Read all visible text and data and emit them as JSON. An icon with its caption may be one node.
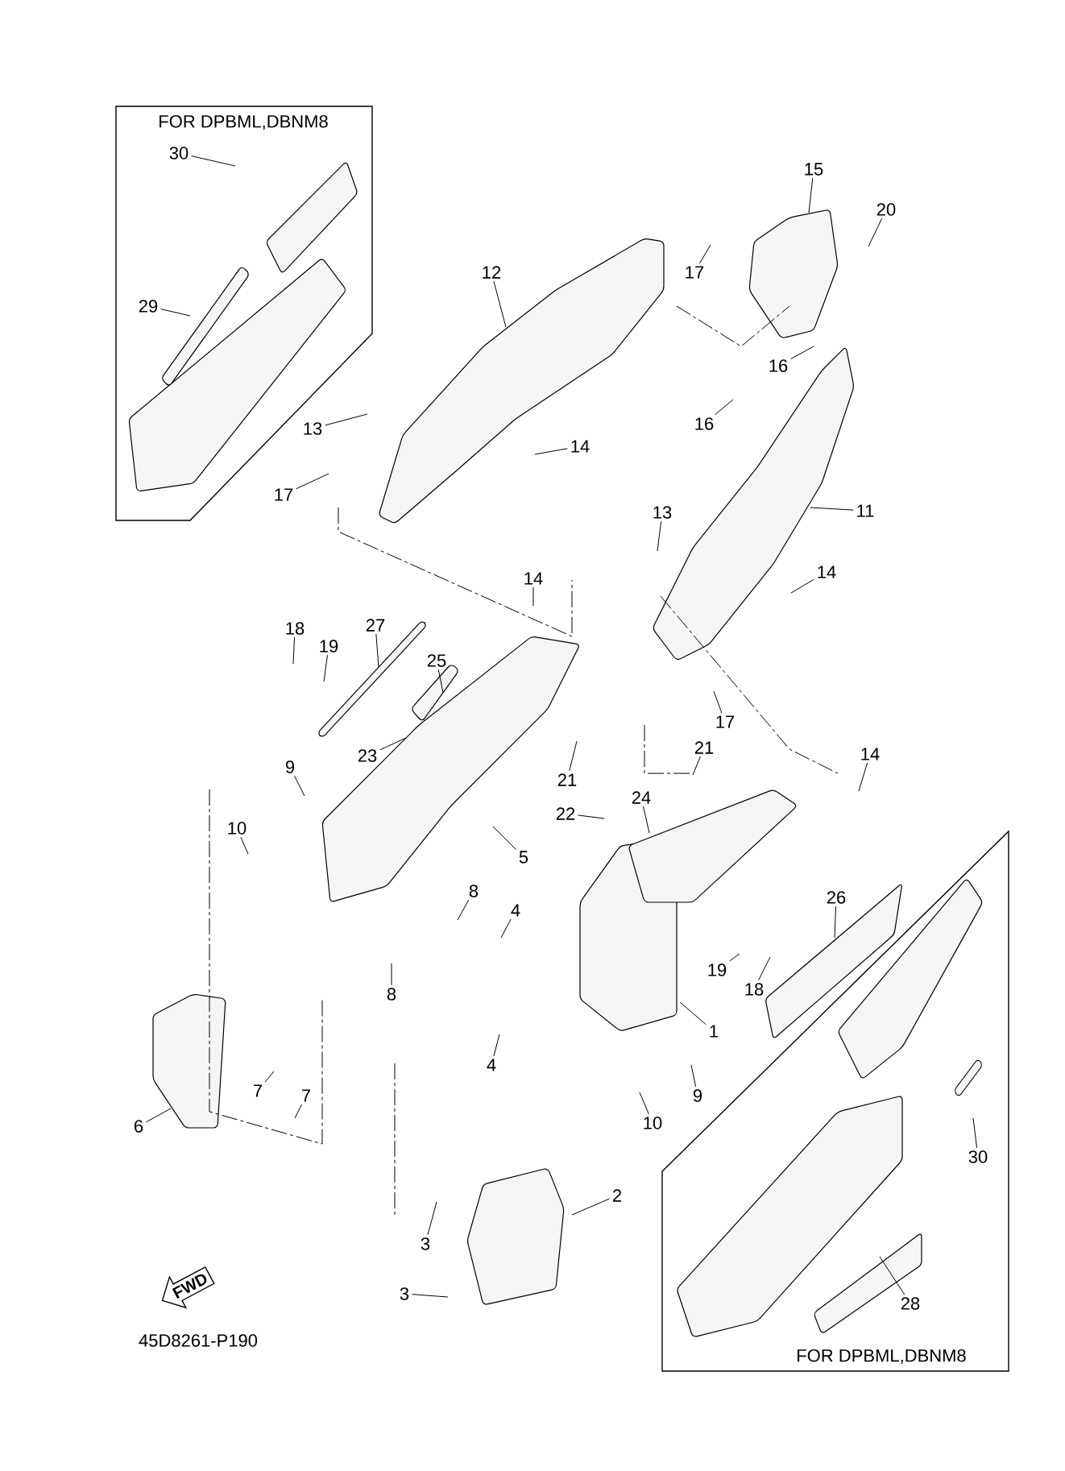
{
  "diagram": {
    "nodes": [
      {
        "text": [
          "FOR DPBML,DBNM8"
        ]
      },
      {
        "text": [
          "30"
        ],
        "in": 0
      },
      {
        "text": [
          "29"
        ],
        "in": 0
      },
      {
        "text": [
          "15"
        ]
      },
      {
        "text": [
          "20"
        ]
      },
      {
        "text": [
          "17"
        ]
      },
      {
        "text": [
          "12"
        ]
      },
      {
        "text": [
          "16"
        ]
      },
      {
        "text": [
          "16"
        ]
      },
      {
        "text": [
          "13"
        ]
      },
      {
        "text": [
          "14"
        ]
      },
      {
        "text": [
          "17"
        ]
      },
      {
        "text": [
          "11"
        ]
      },
      {
        "text": [
          "13"
        ]
      },
      {
        "text": [
          "14"
        ]
      },
      {
        "text": [
          "14"
        ]
      },
      {
        "text": [
          "18"
        ]
      },
      {
        "text": [
          "19"
        ]
      },
      {
        "text": [
          "27"
        ]
      },
      {
        "text": [
          "25"
        ]
      },
      {
        "text": [
          "17"
        ]
      },
      {
        "text": [
          "23"
        ]
      },
      {
        "text": [
          "21"
        ]
      },
      {
        "text": [
          "21"
        ]
      },
      {
        "text": [
          "9"
        ]
      },
      {
        "text": [
          "14"
        ]
      },
      {
        "text": [
          "24"
        ]
      },
      {
        "text": [
          "22"
        ]
      },
      {
        "text": [
          "10"
        ]
      },
      {
        "text": [
          "5"
        ]
      },
      {
        "text": [
          "8"
        ]
      },
      {
        "text": [
          "26"
        ]
      },
      {
        "text": [
          "4"
        ]
      },
      {
        "text": [
          "19"
        ]
      },
      {
        "text": [
          "18"
        ]
      },
      {
        "text": [
          "8"
        ]
      },
      {
        "text": [
          "1"
        ]
      },
      {
        "text": [
          "4"
        ]
      },
      {
        "text": [
          "9"
        ]
      },
      {
        "text": [
          "7"
        ]
      },
      {
        "text": [
          "7"
        ]
      },
      {
        "text": [
          "10"
        ]
      },
      {
        "text": [
          "6"
        ]
      },
      {
        "text": [
          "FOR DPBML,DBNM8"
        ]
      },
      {
        "text": [
          "30"
        ],
        "in": 43
      },
      {
        "text": [
          "2"
        ]
      },
      {
        "text": [
          "3"
        ]
      },
      {
        "text": [
          "3"
        ]
      },
      {
        "text": [
          "28"
        ],
        "in": 43
      },
      {
        "text": [
          "FWD"
        ]
      }
    ],
    "edges": [
      {
        "from": 1,
        "to": null,
        "arrow": "none"
      },
      {
        "from": 2,
        "to": null,
        "arrow": "none"
      },
      {
        "from": 3,
        "to": null,
        "arrow": "none"
      },
      {
        "from": 4,
        "to": null,
        "arrow": "none"
      },
      {
        "from": 5,
        "to": null,
        "arrow": "none"
      },
      {
        "from": 6,
        "to": null,
        "arrow": "none"
      },
      {
        "from": 7,
        "to": null,
        "arrow": "none"
      },
      {
        "from": 8,
        "to": null,
        "arrow": "none"
      },
      {
        "from": 9,
        "to": null,
        "arrow": "none"
      },
      {
        "from": 10,
        "to": null,
        "arrow": "none"
      },
      {
        "from": 11,
        "to": null,
        "arrow": "none"
      },
      {
        "from": 12,
        "to": null,
        "arrow": "none"
      },
      {
        "from": 13,
        "to": null,
        "arrow": "none"
      },
      {
        "from": 14,
        "to": null,
        "arrow": "none"
      },
      {
        "from": 15,
        "to": null,
        "arrow": "none"
      },
      {
        "from": 16,
        "to": null,
        "arrow": "none"
      },
      {
        "from": 17,
        "to": null,
        "arrow": "none"
      },
      {
        "from": 18,
        "to": null,
        "arrow": "none"
      },
      {
        "from": 19,
        "to": null,
        "arrow": "none"
      },
      {
        "from": 20,
        "to": null,
        "arrow": "none"
      },
      {
        "from": 21,
        "to": null,
        "arrow": "none"
      },
      {
        "from": 22,
        "to": null,
        "arrow": "none"
      },
      {
        "from": 23,
        "to": null,
        "arrow": "none"
      },
      {
        "from": 24,
        "to": null,
        "arrow": "none"
      },
      {
        "from": 25,
        "to": null,
        "arrow": "none"
      },
      {
        "from": 26,
        "to": null,
        "arrow": "none"
      },
      {
        "from": 27,
        "to": null,
        "arrow": "none"
      },
      {
        "from": 28,
        "to": null,
        "arrow": "none"
      },
      {
        "from": 29,
        "to": null,
        "arrow": "none"
      },
      {
        "from": 30,
        "to": null,
        "arrow": "none"
      },
      {
        "from": 31,
        "to": null,
        "arrow": "none"
      },
      {
        "from": 32,
        "to": null,
        "arrow": "none"
      },
      {
        "from": 33,
        "to": null,
        "arrow": "none"
      },
      {
        "from": 34,
        "to": null,
        "arrow": "none"
      },
      {
        "from": 35,
        "to": null,
        "arrow": "none"
      },
      {
        "from": 36,
        "to": null,
        "arrow": "none"
      },
      {
        "from": 37,
        "to": null,
        "arrow": "none"
      },
      {
        "from": 38,
        "to": null,
        "arrow": "none"
      },
      {
        "from": 39,
        "to": null,
        "arrow": "none"
      },
      {
        "from": 40,
        "to": null,
        "arrow": "none"
      },
      {
        "from": 41,
        "to": null,
        "arrow": "none"
      },
      {
        "from": 42,
        "to": null,
        "arrow": "none"
      },
      {
        "from": 44,
        "to": null,
        "arrow": "none"
      },
      {
        "from": 45,
        "to": null,
        "arrow": "none"
      },
      {
        "from": 46,
        "to": null,
        "arrow": "none"
      },
      {
        "from": 47,
        "to": null,
        "arrow": "none"
      },
      {
        "from": 48,
        "to": null,
        "arrow": "none"
      }
    ],
    "labels": [
      "45D8261-P190"
    ]
  }
}
